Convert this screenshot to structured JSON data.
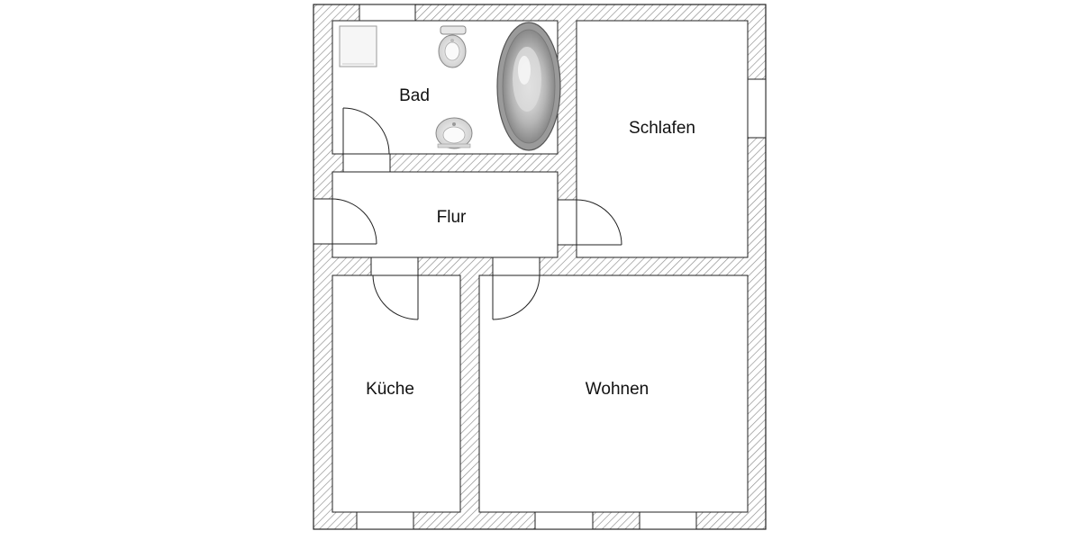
{
  "floor_plan": {
    "rooms": {
      "bad": {
        "label": "Bad"
      },
      "schlafen": {
        "label": "Schlafen"
      },
      "flur": {
        "label": "Flur"
      },
      "kueche": {
        "label": "Küche"
      },
      "wohnen": {
        "label": "Wohnen"
      }
    },
    "fixtures": {
      "bathtub": "bathtub-icon",
      "toilet": "toilet-icon",
      "washbasin": "washbasin-icon",
      "shower": "shower-tray-icon"
    },
    "colors": {
      "wall_hatch": "#8c8c8c",
      "wall_outline": "#222222",
      "room_fill": "#ffffff"
    }
  }
}
